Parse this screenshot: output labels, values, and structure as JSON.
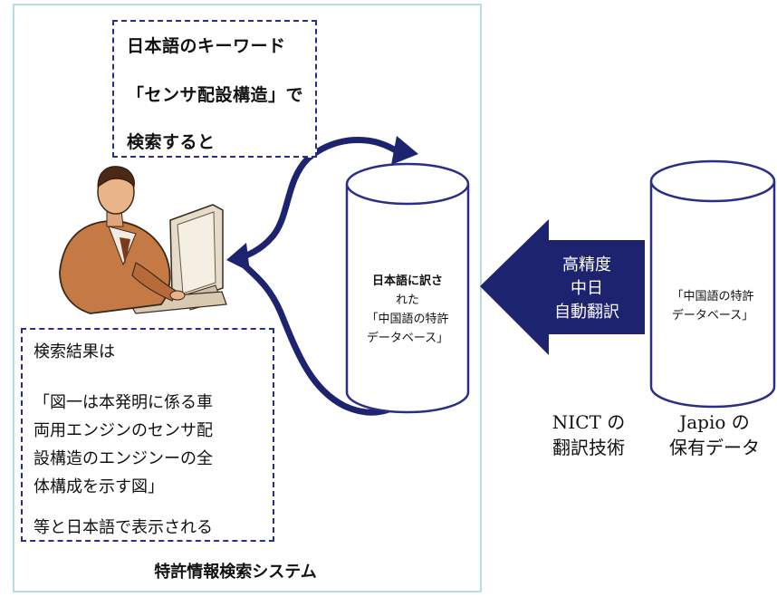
{
  "query_box": {
    "line1": "日本語のキーワード",
    "line2": "「センサ配設構造」で",
    "line3": "検索すると"
  },
  "result_box": {
    "line1": "検索結果は",
    "line2": "「図一は本発明に係る車",
    "line3": "両用エンジンのセンサ配",
    "line4": "設構造のエンジンーの全",
    "line5": "体構成を示す図」",
    "line6": "等と日本語で表示される"
  },
  "system_title": "特許情報検索システム",
  "translated_db": {
    "line1": "日本語に訳さ",
    "line2": "れた",
    "line3": "「中国語の特許",
    "line4": "データベース」"
  },
  "source_db": {
    "line1": "「中国語の特許",
    "line2": "データベース」"
  },
  "translation_arrow": {
    "line1": "高精度",
    "line2": "中日",
    "line3": "自動翻訳"
  },
  "nict_caption": {
    "line1": "NICT の",
    "line2": "翻訳技術"
  },
  "japio_caption": {
    "line1": "Japio の",
    "line2": "保有データ"
  },
  "colors": {
    "navy": "#1e2370",
    "panel_border": "#b7dce8",
    "dashed_border": "#2b2e86"
  },
  "icons": [
    "user-at-computer-icon",
    "database-cylinder-icon",
    "left-arrow-icon",
    "curved-arrow-icon"
  ]
}
